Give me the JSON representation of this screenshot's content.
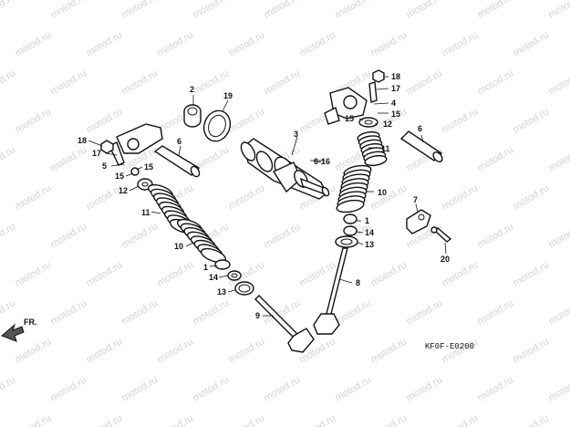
{
  "diagram": {
    "code": "KF0F-E0200",
    "direction": "FR.",
    "watermark": "motod.ru",
    "labels": {
      "p1a": "1",
      "p1b": "1",
      "p2": "2",
      "p3": "3",
      "p4a": "4",
      "p5a": "5",
      "p6a": "6",
      "p6b": "6",
      "p7": "7",
      "p8": "8",
      "p9": "9",
      "p10a": "10",
      "p10b": "10",
      "p11a": "11",
      "p11b": "11",
      "p12a": "12",
      "p12b": "12",
      "p13a": "13",
      "p13b": "13",
      "p14a": "14",
      "p14b": "14",
      "p15a": "15",
      "p15b": "15",
      "p15c": "15",
      "p15d": "15",
      "p16": "6-16",
      "p17a": "17",
      "p17b": "17",
      "p18a": "18",
      "p18b": "18",
      "p19": "19",
      "p20": "20"
    }
  }
}
